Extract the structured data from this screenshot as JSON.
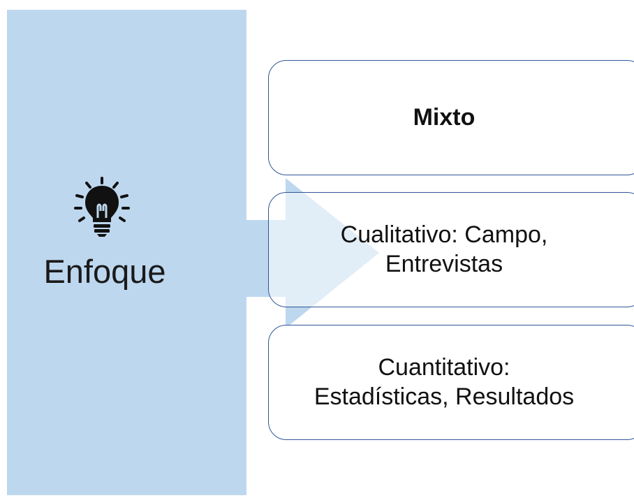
{
  "enfoque": {
    "title": "Enfoque",
    "icon": "lightbulb-icon",
    "panel_color": "#bdd7ee"
  },
  "options": [
    {
      "line1": "Mixto",
      "line2": ""
    },
    {
      "line1": "Cualitativo: Campo,",
      "line2": "Entrevistas"
    },
    {
      "line1": "Cuantitativo:",
      "line2": "Estadísticas, Resultados"
    }
  ],
  "colors": {
    "box_border": "#2f5597",
    "text": "#111111"
  }
}
